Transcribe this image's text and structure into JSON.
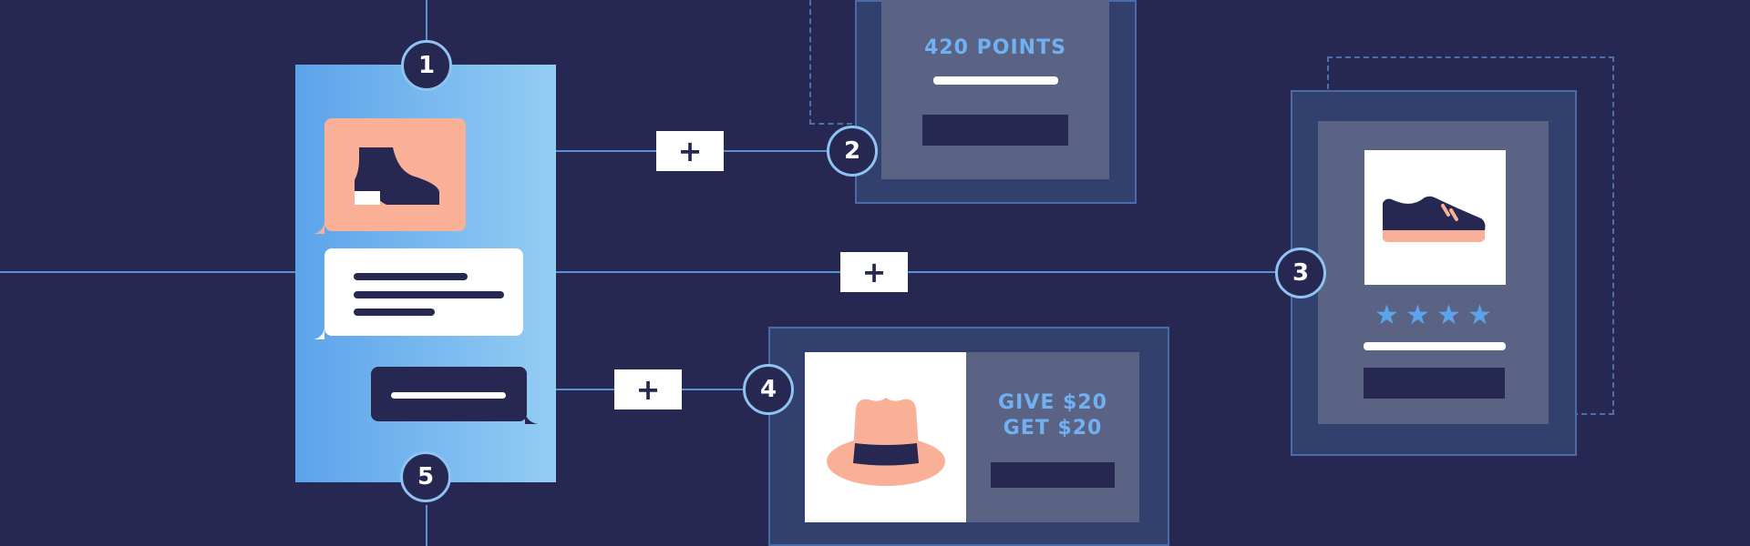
{
  "steps": [
    "1",
    "2",
    "3",
    "4",
    "5"
  ],
  "plus_label": "+",
  "points_card": {
    "text": "420 POINTS"
  },
  "referral_card": {
    "line1": "GIVE $20",
    "line2": "GET $20"
  },
  "product_card": {
    "rating_stars": 4,
    "star_glyph": "★"
  },
  "colors": {
    "background": "#272851",
    "line": "#5b8fd6",
    "accent_text": "#6fb1f2",
    "peach": "#f9b097",
    "card_inner": "#5b6384"
  },
  "icons": [
    "boot-icon",
    "sneaker-icon",
    "hat-icon",
    "star-icon"
  ]
}
